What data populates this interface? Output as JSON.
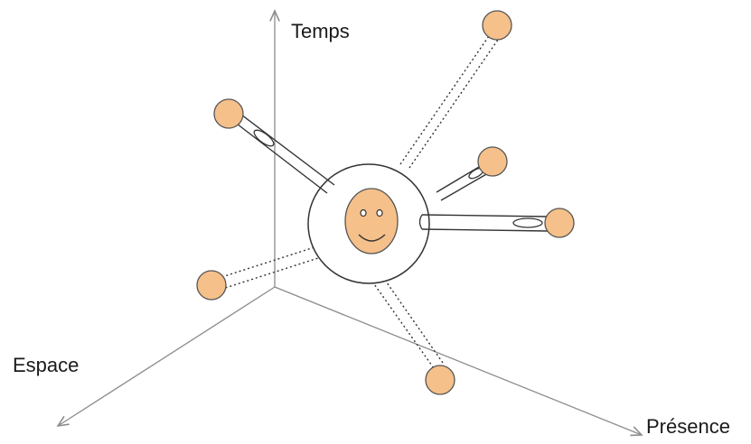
{
  "axes": {
    "temps": "Temps",
    "espace": "Espace",
    "presence": "Présence"
  },
  "colors": {
    "node_fill": "#f5c08a",
    "node_stroke": "#555555",
    "axis": "#8c8c8c",
    "line": "#333333"
  },
  "connections": {
    "solid_tubes": 3,
    "dotted_links": 3
  }
}
